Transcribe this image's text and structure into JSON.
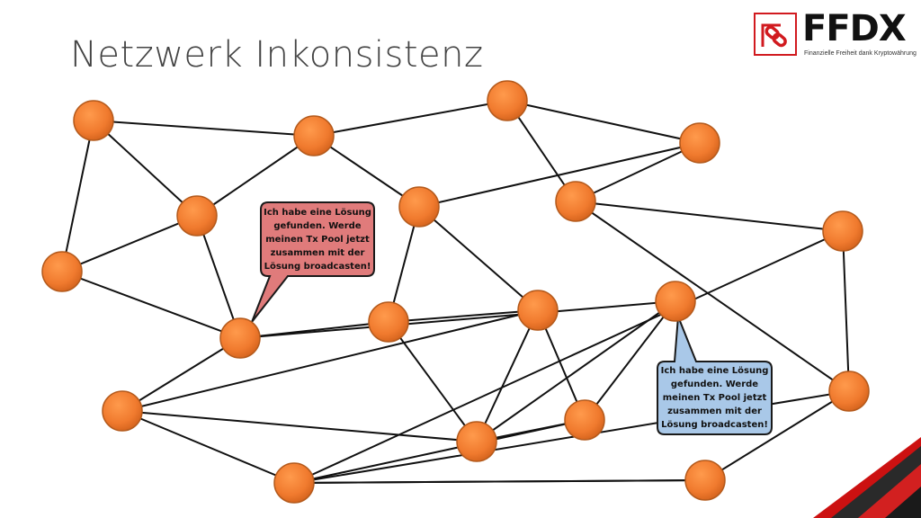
{
  "slide": {
    "title": "Netzwerk Inkonsistenz"
  },
  "logo": {
    "word": "FFDX",
    "tagline": "Finanzielle Freiheit dank Kryptowährung",
    "colors": {
      "red": "#d11a1f",
      "dark": "#111111"
    }
  },
  "diagram": {
    "node_color": "#f07a2e",
    "node_border": "#b45a1c",
    "edge_color": "#111111",
    "nodes": [
      "n1",
      "n2",
      "n3",
      "n4",
      "n5",
      "n6",
      "n7",
      "n8",
      "n9",
      "n10",
      "n11",
      "n12",
      "n13",
      "n14",
      "n15",
      "n16",
      "n17",
      "n18",
      "n19",
      "n20"
    ],
    "edges": [
      [
        "n1",
        "n3"
      ],
      [
        "n1",
        "n4"
      ],
      [
        "n1",
        "n5"
      ],
      [
        "n2",
        "n3"
      ],
      [
        "n2",
        "n6"
      ],
      [
        "n2",
        "n9"
      ],
      [
        "n3",
        "n4"
      ],
      [
        "n3",
        "n7"
      ],
      [
        "n4",
        "n5"
      ],
      [
        "n4",
        "n8"
      ],
      [
        "n5",
        "n8"
      ],
      [
        "n6",
        "n7"
      ],
      [
        "n6",
        "n9"
      ],
      [
        "n7",
        "n10"
      ],
      [
        "n7",
        "n11"
      ],
      [
        "n8",
        "n10"
      ],
      [
        "n8",
        "n12"
      ],
      [
        "n8",
        "n13"
      ],
      [
        "n9",
        "n14"
      ],
      [
        "n9",
        "n15"
      ],
      [
        "n10",
        "n11"
      ],
      [
        "n10",
        "n16"
      ],
      [
        "n11",
        "n12"
      ],
      [
        "n11",
        "n16"
      ],
      [
        "n11",
        "n17"
      ],
      [
        "n12",
        "n16"
      ],
      [
        "n12",
        "n18"
      ],
      [
        "n13",
        "n16"
      ],
      [
        "n14",
        "n15"
      ],
      [
        "n14",
        "n18"
      ],
      [
        "n15",
        "n19"
      ],
      [
        "n15",
        "n18"
      ],
      [
        "n16",
        "n17"
      ],
      [
        "n17",
        "n18"
      ],
      [
        "n18",
        "n20"
      ],
      [
        "n18",
        "n19"
      ],
      [
        "n19",
        "n20"
      ],
      [
        "n17",
        "n13"
      ]
    ],
    "bubbles": [
      {
        "id": "red",
        "fill": "#e07b7b",
        "border": "#1a1a1a",
        "lines": [
          "Ich habe eine Lösung",
          "gefunden. Werde",
          "meinen Tx Pool jetzt",
          "zusammen mit der",
          "Lösung broadcasten!"
        ]
      },
      {
        "id": "blue",
        "fill": "#a9c8e8",
        "border": "#1a1a1a",
        "lines": [
          "Ich habe eine Lösung",
          "gefunden. Werde",
          "meinen Tx Pool jetzt",
          "zusammen mit der",
          "Lösung broadcasten!"
        ]
      }
    ]
  }
}
